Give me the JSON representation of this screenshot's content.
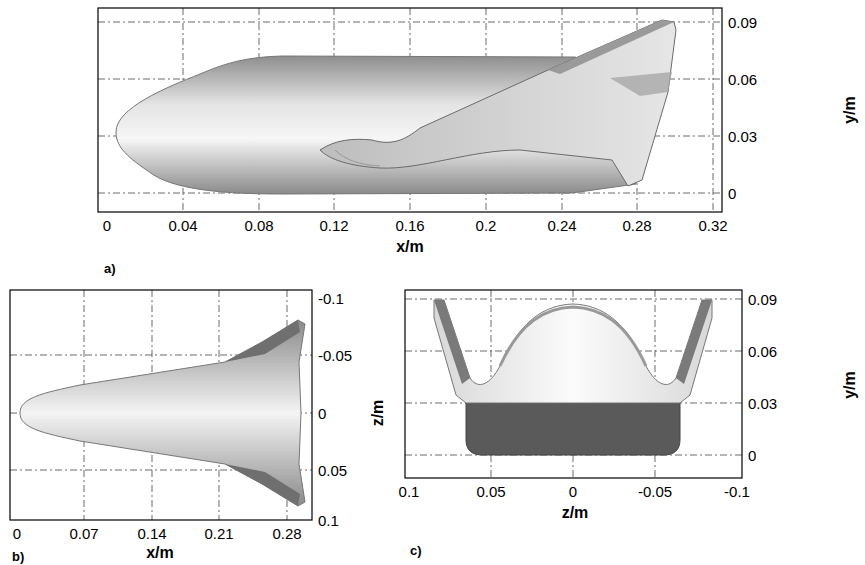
{
  "diagram": {
    "labels": [
      "0",
      "0.04",
      "0.08",
      "0.12",
      "0.16",
      "0.2",
      "0.24",
      "0.28",
      "0.32",
      "x/m",
      "0.09",
      "0.06",
      "0.03",
      "0",
      "y/m",
      "a)",
      "0",
      "0.07",
      "0.14",
      "0.21",
      "0.28",
      "x/m",
      "-0.1",
      "-0.05",
      "0",
      "0.05",
      "0.1",
      "z/m",
      "b)",
      "0.1",
      "0.05",
      "0",
      "-0.05",
      "-0.1",
      "z/m",
      "0.09",
      "0.06",
      "0.03",
      "0",
      "y/m",
      "c)"
    ]
  }
}
